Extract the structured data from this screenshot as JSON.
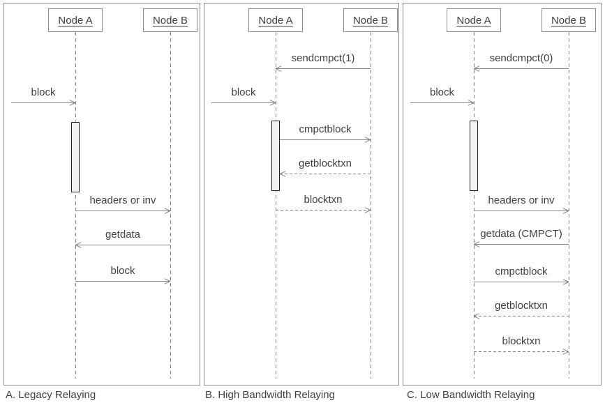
{
  "colors": {
    "line": "#858585",
    "border": "#8c8c8c",
    "text": "#404040",
    "activation_fill": "#f2f2f2",
    "activation_border": "#1f1f1f",
    "background": "#ffffff"
  },
  "panels": [
    {
      "caption": "A. Legacy Relaying",
      "actors": [
        "Node A",
        "Node B"
      ],
      "messages": [
        {
          "label": "block",
          "from": "external",
          "to": "Node A",
          "line": "solid",
          "direction": "right"
        },
        {
          "label": "headers or inv",
          "from": "Node A",
          "to": "Node B",
          "line": "solid",
          "direction": "right"
        },
        {
          "label": "getdata",
          "from": "Node B",
          "to": "Node A",
          "line": "solid",
          "direction": "left"
        },
        {
          "label": "block",
          "from": "Node A",
          "to": "Node B",
          "line": "solid",
          "direction": "right"
        }
      ]
    },
    {
      "caption": "B. High Bandwidth Relaying",
      "actors": [
        "Node A",
        "Node B"
      ],
      "messages": [
        {
          "label": "sendcmpct(1)",
          "from": "Node B",
          "to": "Node A",
          "line": "solid",
          "direction": "left"
        },
        {
          "label": "block",
          "from": "external",
          "to": "Node A",
          "line": "solid",
          "direction": "right"
        },
        {
          "label": "cmpctblock",
          "from": "Node A",
          "to": "Node B",
          "line": "solid",
          "direction": "right"
        },
        {
          "label": "getblocktxn",
          "from": "Node B",
          "to": "Node A",
          "line": "dashed",
          "direction": "left"
        },
        {
          "label": "blocktxn",
          "from": "Node A",
          "to": "Node B",
          "line": "dashed",
          "direction": "right"
        }
      ]
    },
    {
      "caption": "C. Low Bandwidth Relaying",
      "actors": [
        "Node A",
        "Node B"
      ],
      "messages": [
        {
          "label": "sendcmpct(0)",
          "from": "Node B",
          "to": "Node A",
          "line": "solid",
          "direction": "left"
        },
        {
          "label": "block",
          "from": "external",
          "to": "Node A",
          "line": "solid",
          "direction": "right"
        },
        {
          "label": "headers or inv",
          "from": "Node A",
          "to": "Node B",
          "line": "solid",
          "direction": "right"
        },
        {
          "label": "getdata (CMPCT)",
          "from": "Node B",
          "to": "Node A",
          "line": "solid",
          "direction": "left"
        },
        {
          "label": "cmpctblock",
          "from": "Node A",
          "to": "Node B",
          "line": "solid",
          "direction": "right"
        },
        {
          "label": "getblocktxn",
          "from": "Node B",
          "to": "Node A",
          "line": "dashed",
          "direction": "left"
        },
        {
          "label": "blocktxn",
          "from": "Node A",
          "to": "Node B",
          "line": "dashed",
          "direction": "right"
        }
      ]
    }
  ]
}
